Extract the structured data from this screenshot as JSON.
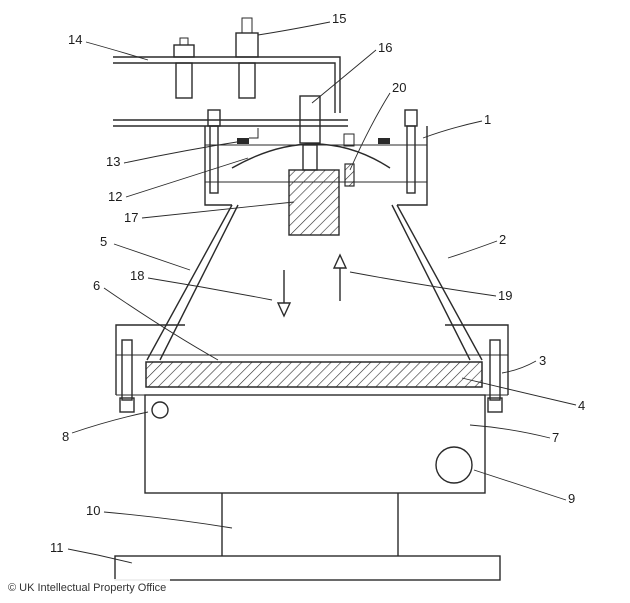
{
  "labels": [
    "1",
    "2",
    "3",
    "4",
    "5",
    "6",
    "7",
    "8",
    "9",
    "10",
    "11",
    "12",
    "13",
    "14",
    "15",
    "16",
    "17",
    "18",
    "19",
    "20"
  ],
  "credit": "© UK Intellectual Property Office"
}
